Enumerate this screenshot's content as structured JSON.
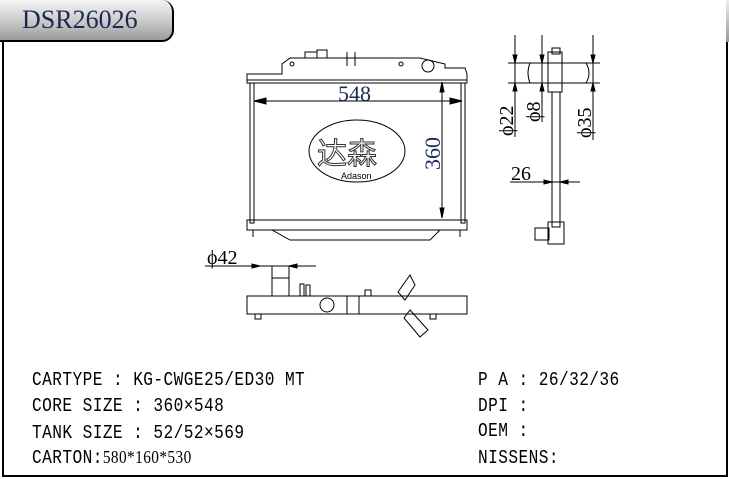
{
  "title": "DSR26026",
  "drawing": {
    "front": {
      "width_dim": "548",
      "height_dim": "360"
    },
    "logo": {
      "chinese": "达森",
      "brand": "Adason"
    },
    "side": {
      "d22": "ϕ22",
      "d8": "ϕ8",
      "d35": "ϕ35",
      "thickness": "26"
    },
    "bottom": {
      "d42": "ϕ42"
    }
  },
  "specs": {
    "cartype": {
      "label": "CARTYPE",
      "value": "KG-CWGE25/ED30 MT"
    },
    "core_size": {
      "label": "CORE SIZE",
      "value": "360×548"
    },
    "tank_size": {
      "label": "TANK SIZE",
      "value": "52/52×569"
    },
    "carton": {
      "label": "CARTON:",
      "value": "580*160*530"
    },
    "pa": {
      "label": "P A",
      "value": "26/32/36"
    },
    "dpi": {
      "label": "DPI",
      "value": ""
    },
    "oem": {
      "label": "OEM",
      "value": ""
    },
    "nissens": {
      "label": "NISSENS:",
      "value": ""
    }
  }
}
